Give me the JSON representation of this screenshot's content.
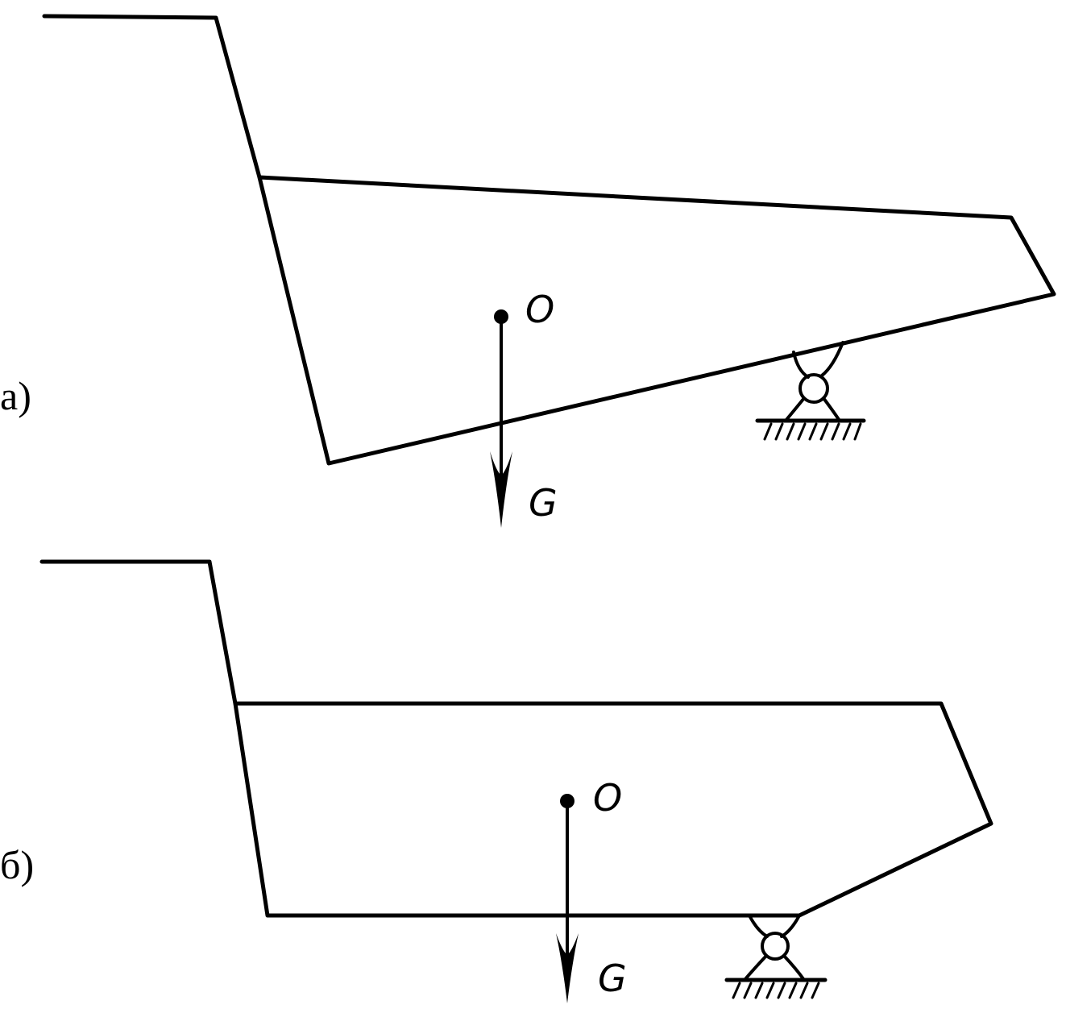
{
  "panels": [
    {
      "label": "а)",
      "center_label": "O",
      "force_label": "G"
    },
    {
      "label": "б)",
      "center_label": "O",
      "force_label": "G"
    }
  ],
  "colors": {
    "ink": "#000000",
    "background": "#ffffff"
  }
}
